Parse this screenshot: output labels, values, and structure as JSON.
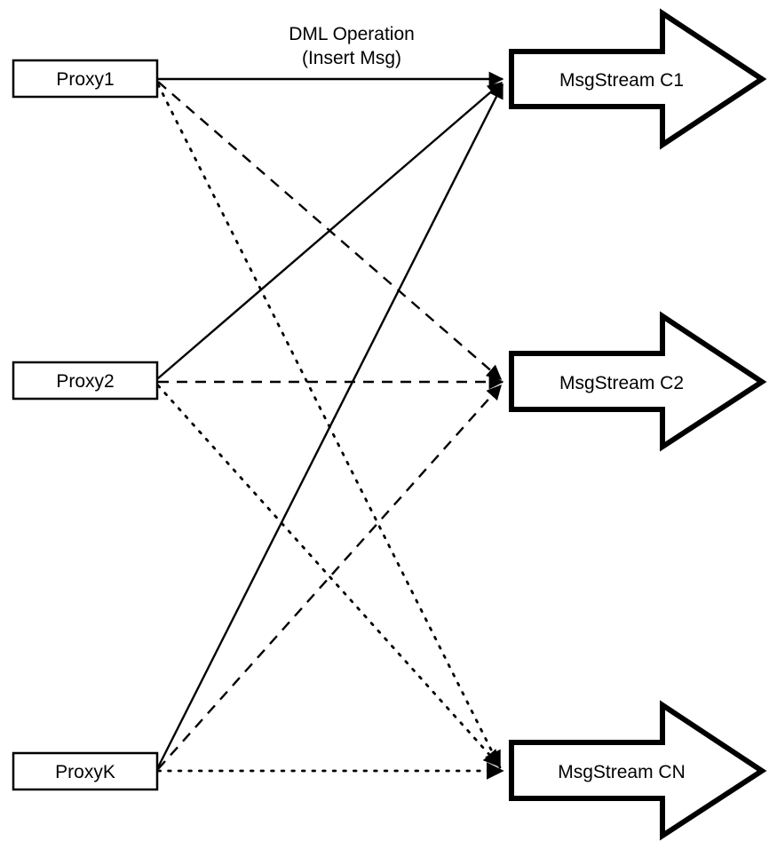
{
  "diagram": {
    "title": "Proxy to MsgStream routing diagram",
    "background_color": "#ffffff",
    "stroke_color": "#000000",
    "edge_label": {
      "line1": "DML Operation",
      "line2": "(Insert Msg)"
    },
    "proxies": [
      {
        "id": "proxy1",
        "label": "Proxy1"
      },
      {
        "id": "proxy2",
        "label": "Proxy2"
      },
      {
        "id": "proxyk",
        "label": "ProxyK"
      }
    ],
    "streams": [
      {
        "id": "stream-c1",
        "label": "MsgStream C1"
      },
      {
        "id": "stream-c2",
        "label": "MsgStream C2"
      },
      {
        "id": "stream-cn",
        "label": "MsgStream CN"
      }
    ],
    "connections": [
      {
        "from": "proxy1",
        "to": "stream-c1",
        "style": "solid"
      },
      {
        "from": "proxy1",
        "to": "stream-c2",
        "style": "dashed"
      },
      {
        "from": "proxy1",
        "to": "stream-cn",
        "style": "dotted"
      },
      {
        "from": "proxy2",
        "to": "stream-c1",
        "style": "solid"
      },
      {
        "from": "proxy2",
        "to": "stream-c2",
        "style": "dashed"
      },
      {
        "from": "proxy2",
        "to": "stream-cn",
        "style": "dotted"
      },
      {
        "from": "proxyk",
        "to": "stream-c1",
        "style": "solid"
      },
      {
        "from": "proxyk",
        "to": "stream-c2",
        "style": "dashed"
      },
      {
        "from": "proxyk",
        "to": "stream-cn",
        "style": "dotted"
      }
    ]
  }
}
